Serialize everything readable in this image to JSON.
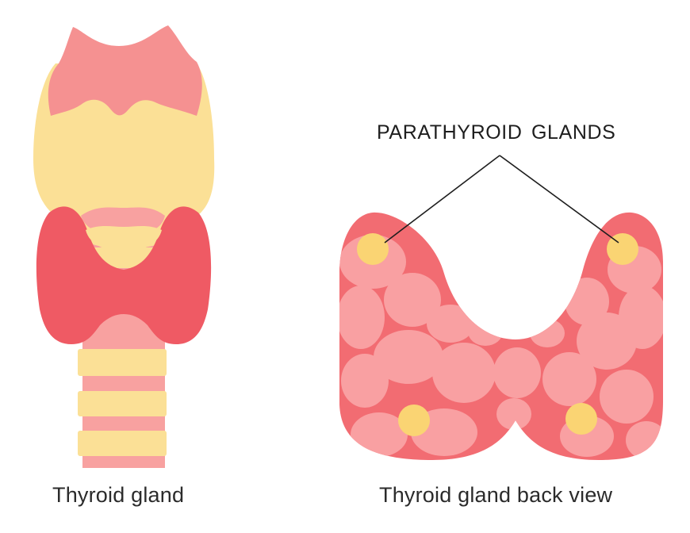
{
  "figures": {
    "front": {
      "caption": "Thyroid  gland"
    },
    "back": {
      "caption": "Thyroid  gland back view"
    }
  },
  "callout": {
    "label": "PARATHYROID  GLANDS"
  },
  "colors": {
    "cartilage": "#fbe096",
    "ring_stripe": "#f8a1a0",
    "mucosa": "#f59191",
    "thyroid": "#ef5a64",
    "back_base": "#f26c72",
    "lobule": "#f9a0a2",
    "parathyroid": "#fad473"
  }
}
